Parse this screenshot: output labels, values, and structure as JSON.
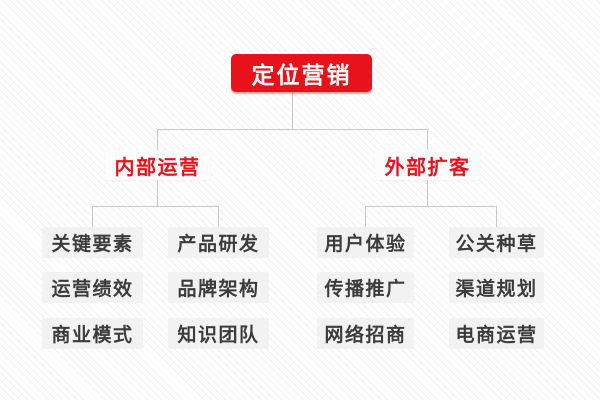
{
  "diagram": {
    "root_label": "定位营销",
    "branches": [
      {
        "label": "内部运营",
        "children": [
          "关键要素",
          "产品研发",
          "运营绩效",
          "品牌架构",
          "商业模式",
          "知识团队"
        ]
      },
      {
        "label": "外部扩客",
        "children": [
          "用户体验",
          "公关种草",
          "传播推广",
          "渠道规划",
          "网络招商",
          "电商运营"
        ]
      }
    ],
    "colors": {
      "accent_red": "#e8121b",
      "leaf_bg": "#f2f2f2",
      "leaf_text": "#3c3c3c",
      "connector": "#c8c8c8"
    }
  }
}
